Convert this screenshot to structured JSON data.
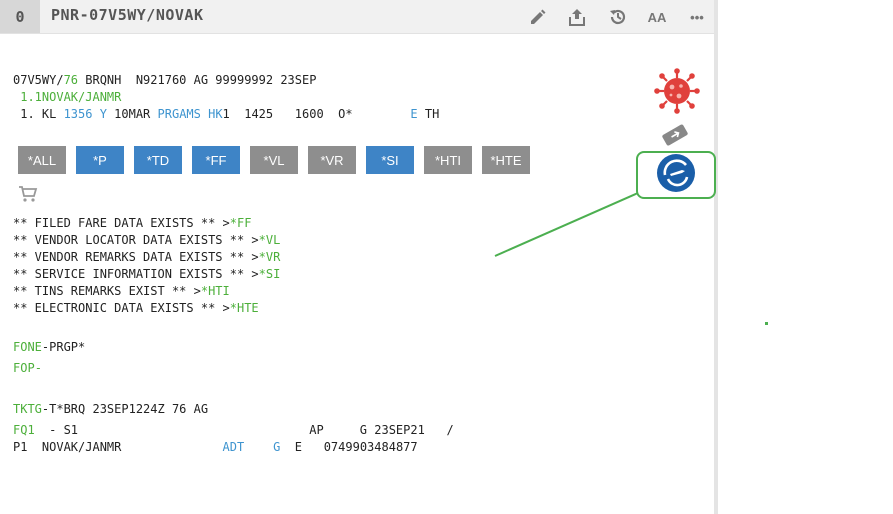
{
  "header": {
    "tab_number": "0",
    "title": "PNR-07V5WY/NOVAK",
    "tools": [
      "edit-icon",
      "share-icon",
      "history-icon",
      "font-size-icon",
      "more-icon"
    ],
    "font_size_label": "AA",
    "more_label": "•••"
  },
  "pnr": {
    "line1_rec": "07V5WY/",
    "line1_num": "76",
    "line1_rest": " BRQNH  N921760 AG 99999992 23SEP",
    "passenger": " 1.1NOVAK/JANMR",
    "seg_a": " 1. KL ",
    "seg_flight": "1356 Y",
    "seg_b": " 10MAR ",
    "seg_city": "PRGAMS HK",
    "seg_c": "1  1425   1600  O*        ",
    "seg_e": "E",
    "seg_d": " TH"
  },
  "buttons": [
    {
      "label": "*ALL",
      "style": "grey"
    },
    {
      "label": "*P",
      "style": "blue"
    },
    {
      "label": "*TD",
      "style": "blue"
    },
    {
      "label": "*FF",
      "style": "blue"
    },
    {
      "label": "*VL",
      "style": "grey"
    },
    {
      "label": "*VR",
      "style": "grey"
    },
    {
      "label": "*SI",
      "style": "blue"
    },
    {
      "label": "*HTI",
      "style": "grey"
    },
    {
      "label": "*HTE",
      "style": "grey"
    }
  ],
  "notices": [
    {
      "text": "** FILED FARE DATA EXISTS ** >",
      "cmd": "*FF"
    },
    {
      "text": "** VENDOR LOCATOR DATA EXISTS ** >",
      "cmd": "*VL"
    },
    {
      "text": "** VENDOR REMARKS DATA EXISTS ** >",
      "cmd": "*VR"
    },
    {
      "text": "** SERVICE INFORMATION EXISTS ** >",
      "cmd": "*SI"
    },
    {
      "text": "** TINS REMARKS EXIST ** >",
      "cmd": "*HTI"
    },
    {
      "text": "** ELECTRONIC DATA EXISTS ** >",
      "cmd": "*HTE"
    }
  ],
  "fone": {
    "label": "FONE",
    "value": "-PRGP*"
  },
  "fop": {
    "label": "FOP",
    "value": "-"
  },
  "tktg": {
    "label": "TKTG",
    "value": "-T*BRQ 23SEP1224Z 76 AG"
  },
  "fq": {
    "label": "FQ1",
    "value": "  - S1                                AP     G 23SEP21   /"
  },
  "p1": {
    "a": "P1  NOVAK/JANMR              ",
    "type": "ADT",
    "gap": "    ",
    "g": "G",
    "rest": "  E   0749903484877"
  },
  "colors": {
    "accent_green": "#4caf3a",
    "accent_blue": "#3e94cf",
    "button_blue": "#3e84c6",
    "button_grey": "#8e8e8e",
    "highlight_box": "#4caf50",
    "virus_red": "#e0403c"
  }
}
